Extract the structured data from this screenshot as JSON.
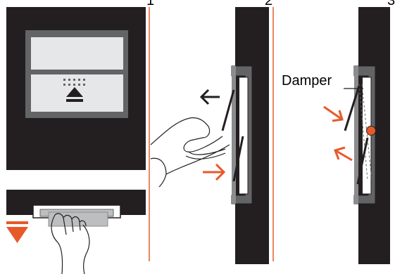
{
  "steps": {
    "step1": "1",
    "step2": "2",
    "step3": "3"
  },
  "labels": {
    "damper": "Damper"
  },
  "colors": {
    "accent": "#e8592a",
    "device_dark": "#231f20",
    "panel_gray": "#636466",
    "screen_light": "#e6e7e8",
    "tray_gray": "#bcbec0",
    "divider": "#e35f2f"
  },
  "icons": {
    "eject": "eject-icon",
    "arrow_left": "arrow-left-icon",
    "arrow_right": "arrow-right-icon",
    "down": "down-triangle-icon",
    "damper_dot": "damper-dot-icon"
  }
}
